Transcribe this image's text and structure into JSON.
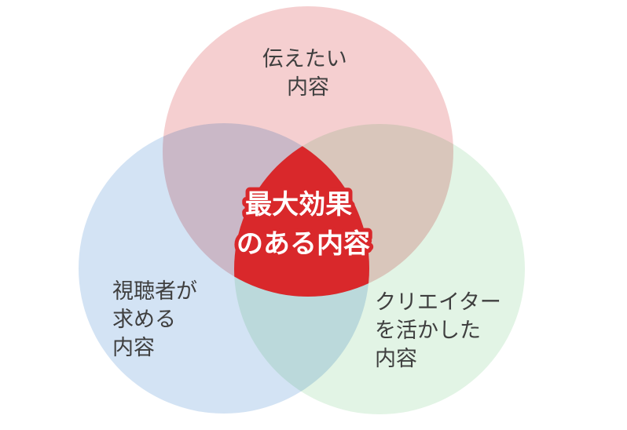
{
  "diagram": {
    "type": "venn",
    "sets": [
      {
        "id": "top",
        "lines": [
          "伝えたい",
          "内容"
        ],
        "color": "#f5cfd0"
      },
      {
        "id": "left",
        "lines": [
          "視聴者が",
          "求める",
          "内容"
        ],
        "color": "#cde0f2"
      },
      {
        "id": "right",
        "lines": [
          "クリエイター",
          "を活かした",
          "内容"
        ],
        "color": "#e0f3e3"
      }
    ],
    "intersection": {
      "lines": [
        "最大効果",
        "のある内容"
      ],
      "color": "#d9282b"
    }
  }
}
